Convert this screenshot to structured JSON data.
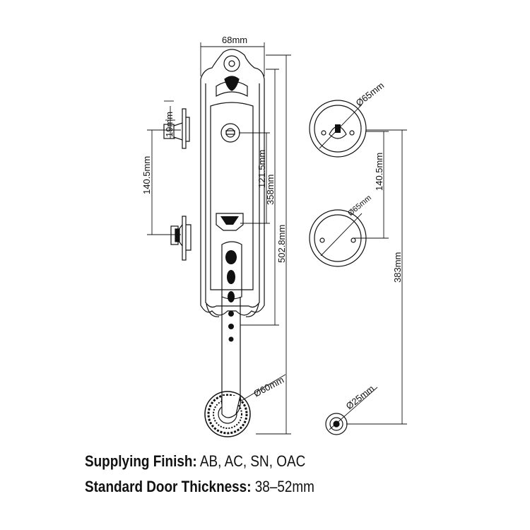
{
  "dimensions": {
    "plate_width": "68mm",
    "escutcheon_diameter_top": "Ø65mm",
    "escutcheon_diameter_mid": "Ø65mm",
    "handle_base_diameter": "Ø60mm",
    "small_rose_diameter": "Ø25mm",
    "thumbturn_projection": "19mm",
    "backset_left": "140.5mm",
    "cylinder_to_latch": "121.5mm",
    "plate_height": "358mm",
    "overall_height": "502.8mm",
    "backset_right": "140.5mm",
    "right_total": "383mm"
  },
  "specs": {
    "finish_label": "Supplying Finish:",
    "finish_value": "AB, AC, SN, OAC",
    "thickness_label": "Standard Door Thickness:",
    "thickness_value": "38–52mm"
  },
  "colors": {
    "line": "#111111",
    "background": "#ffffff"
  }
}
